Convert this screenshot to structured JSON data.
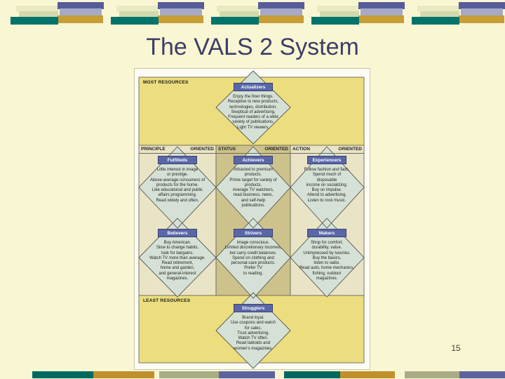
{
  "slide": {
    "title": "The VALS 2 System",
    "page_number": "15"
  },
  "diagram": {
    "top_section_label": "MOST RESOURCES",
    "bottom_section_label": "LEAST RESOURCES",
    "columns": [
      {
        "left_label": "PRINCIPLE",
        "right_label": "ORIENTED"
      },
      {
        "left_label": "STATUS",
        "right_label": "ORIENTED"
      },
      {
        "left_label": "ACTION",
        "right_label": "ORIENTED"
      }
    ],
    "segments": {
      "actualizers": {
        "label": "Actualizers",
        "description": "Enjoy the finer things.\nReceptive to new products,\ntechnologies, distribution.\nSkeptical of advertising.\nFrequent readers of a wide\nvariety of publications.\nLight TV viewers."
      },
      "fulfilleds": {
        "label": "Fulfilleds",
        "description": "Little interest in image\nor prestige.\nAbove-average consumers of\nproducts for the home.\nLike educational and public\naffairs programming.\nRead widely and often."
      },
      "achievers": {
        "label": "Achievers",
        "description": "Attracted to premium\nproducts.\nPrime target for variety of\nproducts.\nAverage TV watchers,\nread business, news,\nand self-help\npublications."
      },
      "experiencers": {
        "label": "Experiencers",
        "description": "Follow fashion and fads.\nSpend much of\ndisposable\nincome on socializing.\nBuy on impulse.\nAttend to advertising.\nListen to rock music."
      },
      "believers": {
        "label": "Believers",
        "description": "Buy American.\nSlow to change habits,\nlook for bargains.\nWatch TV more than average.\nRead retirement,\nhome and garden,\nand general-interest\nmagazines."
      },
      "strivers": {
        "label": "Strivers",
        "description": "Image conscious.\nLimited discretionary incomes,\nbut carry credit balances.\nSpend on clothing and\npersonal-care products.\nPrefer TV\nto reading."
      },
      "makers": {
        "label": "Makers",
        "description": "Shop for comfort,\ndurability, value.\nUnimpressed by luxuries.\nBuy the basics,\nlisten to radio.\nRead auto, home mechanics,\nfishing, outdoor\nmagazines."
      },
      "strugglers": {
        "label": "Strugglers",
        "description": "Brand loyal.\nUse coupons and watch\nfor sales.\nTrust advertising.\nWatch TV often.\nRead tabloids and\nwomen's magazines."
      }
    }
  },
  "colors": {
    "slide_background": "#f9f7d3",
    "title_text": "#3d3d68",
    "resource_box_fill": "#ecdd7e",
    "side_column_fill": "#e9e4c6",
    "status_column_fill": "#cdc28c",
    "diamond_fill": "#d5e1d6",
    "diamond_stroke": "#55544a",
    "banner_fill": "#5a67a7",
    "banner_border": "#39406f",
    "banner_text": "#ffffff",
    "deco_teal": "#00736b",
    "deco_gold": "#c79d38",
    "deco_purple": "#565b99",
    "deco_lavender": "#a6aac7",
    "deco_sage": "#d3d9ae",
    "strip_sage": "#a9ad85",
    "strip_purple": "#5d62a0"
  }
}
